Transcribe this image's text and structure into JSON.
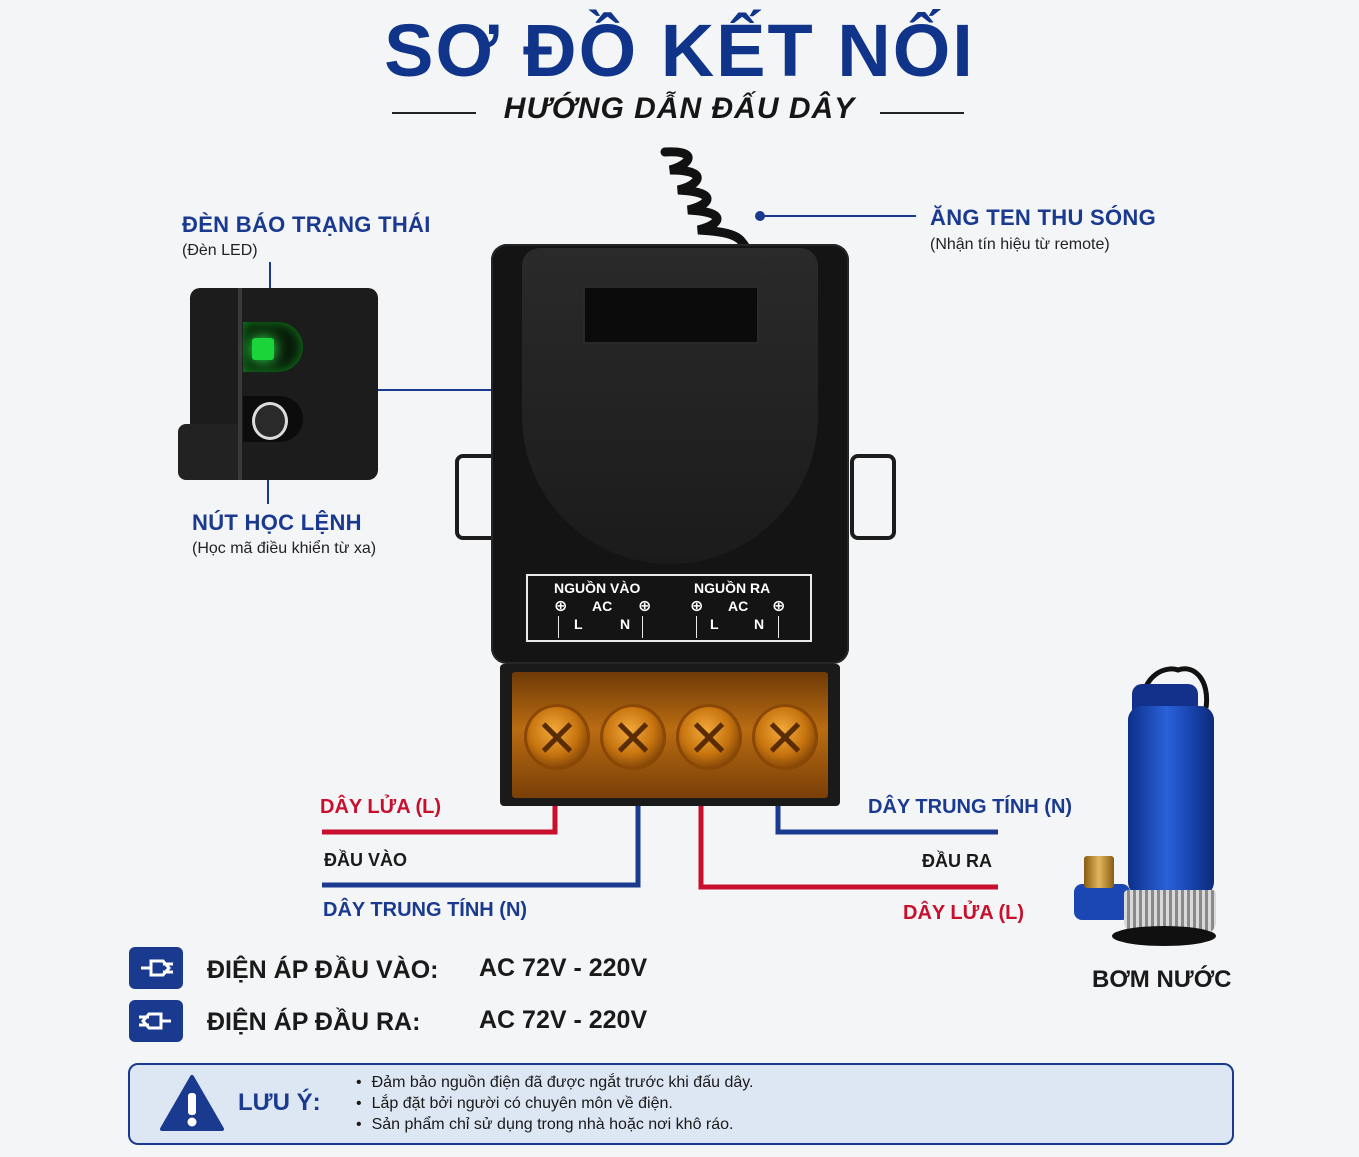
{
  "header": {
    "title": "SƠ ĐỒ KẾT NỐI",
    "subtitle": "HƯỚNG DẪN ĐẤU DÂY"
  },
  "callouts": {
    "led": {
      "title": "ĐÈN BÁO TRẠNG THÁI",
      "desc": "(Đèn LED)"
    },
    "learn_button": {
      "title": "NÚT HỌC LỆNH",
      "desc": "(Học mã điều khiển từ xa)"
    },
    "antenna": {
      "title": "ĂNG TEN THU SÓNG",
      "desc": "(Nhận tín hiệu từ remote)"
    }
  },
  "terminal_panel": {
    "input_label": "NGUỒN VÀO",
    "output_label": "NGUỒN RA",
    "ac": "AC",
    "l": "L",
    "n": "N"
  },
  "wires": {
    "input_live": "DÂY LỬA (L)",
    "input_group": "ĐẦU VÀO",
    "input_neutral": "DÂY TRUNG TÍNH (N)",
    "output_neutral": "DÂY TRUNG TÍNH (N)",
    "output_group": "ĐẦU RA",
    "output_live": "DÂY LỬA (L)"
  },
  "specs": [
    {
      "label": "ĐIỆN ÁP ĐẦU VÀO:",
      "value": "AC 72V - 220V",
      "icon": "plug-in-icon"
    },
    {
      "label": "ĐIỆN ÁP ĐẦU RA:",
      "value": "AC 72V - 220V",
      "icon": "plug-out-icon"
    }
  ],
  "pump": {
    "label": "BƠM NƯỚC"
  },
  "note": {
    "title": "LƯU Ý:",
    "items": [
      "Đảm bảo nguồn điện đã được ngắt trước khi đấu dây.",
      "Lắp đặt bởi người có chuyên môn về điện.",
      "Sản phẩm chỉ sử dụng trong nhà hoặc nơi khô ráo."
    ]
  },
  "colors": {
    "brand_blue": "#1a3a8f",
    "title_blue": "#10348a",
    "live_red": "#c8102e",
    "neutral_blue": "#1a3a8f"
  }
}
